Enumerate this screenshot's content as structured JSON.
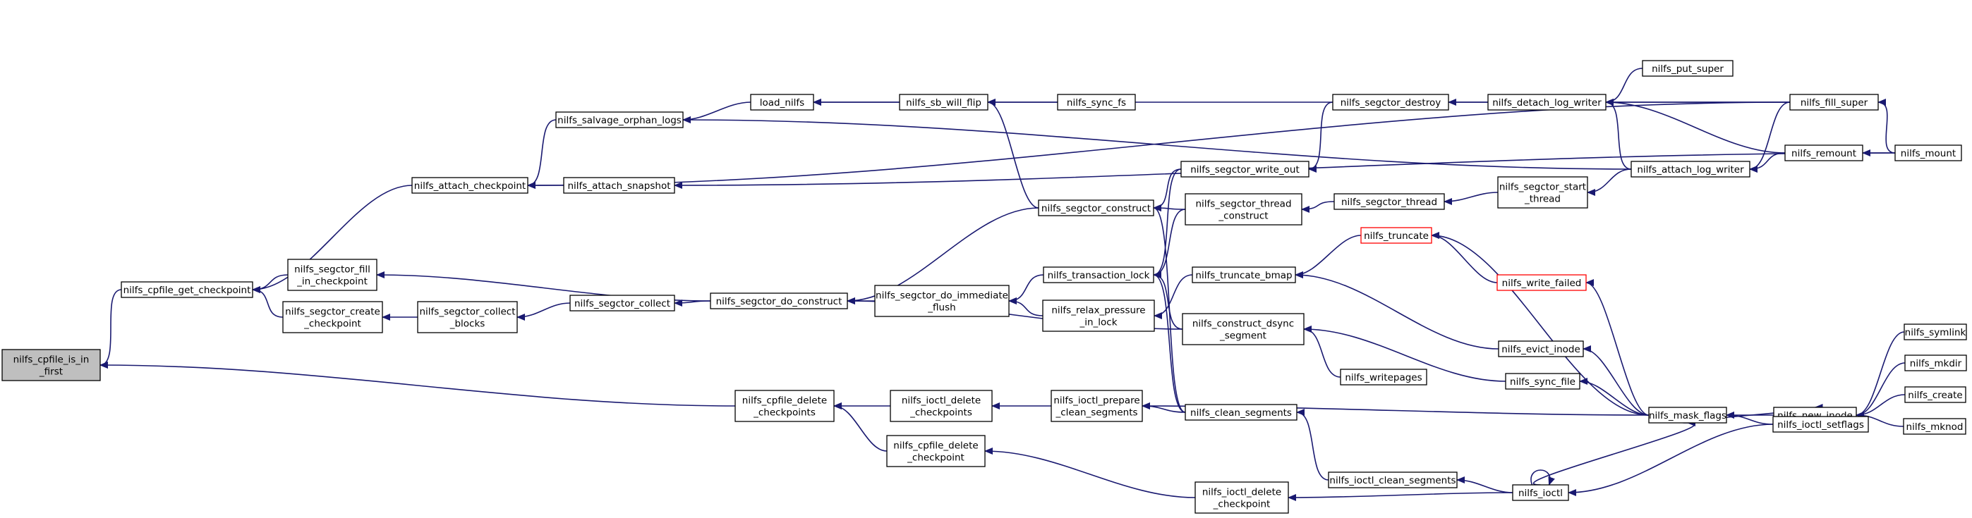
{
  "graph": {
    "edge_color": "#191970",
    "root_fill": "#bfbfbf",
    "truncated_border_color": "#ff0000",
    "nodes": {
      "n_cpfile_is_in_first": {
        "lines": [
          "nilfs_cpfile_is_in",
          "_first"
        ],
        "root": true
      },
      "n_cpfile_get_checkpoint": {
        "lines": [
          "nilfs_cpfile_get_checkpoint"
        ]
      },
      "n_cpfile_delete_checkpoints": {
        "lines": [
          "nilfs_cpfile_delete",
          "_checkpoints"
        ]
      },
      "n_attach_checkpoint": {
        "lines": [
          "nilfs_attach_checkpoint"
        ]
      },
      "n_segctor_fill_in_checkpoint": {
        "lines": [
          "nilfs_segctor_fill",
          "_in_checkpoint"
        ]
      },
      "n_segctor_create_checkpoint": {
        "lines": [
          "nilfs_segctor_create",
          "_checkpoint"
        ]
      },
      "n_salvage_orphan_logs": {
        "lines": [
          "nilfs_salvage_orphan_logs"
        ]
      },
      "n_attach_snapshot": {
        "lines": [
          "nilfs_attach_snapshot"
        ]
      },
      "n_segctor_collect_blocks": {
        "lines": [
          "nilfs_segctor_collect",
          "_blocks"
        ]
      },
      "n_segctor_collect": {
        "lines": [
          "nilfs_segctor_collect"
        ]
      },
      "n_segctor_do_construct": {
        "lines": [
          "nilfs_segctor_do_construct"
        ]
      },
      "n_load_nilfs": {
        "lines": [
          "load_nilfs"
        ]
      },
      "n_segctor_do_immediate_flush": {
        "lines": [
          "nilfs_segctor_do_immediate",
          "_flush"
        ]
      },
      "n_ioctl_delete_checkpoints": {
        "lines": [
          "nilfs_ioctl_delete",
          "_checkpoints"
        ]
      },
      "n_cpfile_delete_checkpoint": {
        "lines": [
          "nilfs_cpfile_delete",
          "_checkpoint"
        ]
      },
      "n_sb_will_flip": {
        "lines": [
          "nilfs_sb_will_flip"
        ]
      },
      "n_segctor_construct": {
        "lines": [
          "nilfs_segctor_construct"
        ]
      },
      "n_transaction_lock": {
        "lines": [
          "nilfs_transaction_lock"
        ]
      },
      "n_relax_pressure_in_lock": {
        "lines": [
          "nilfs_relax_pressure",
          "_in_lock"
        ]
      },
      "n_ioctl_prepare_clean_segments": {
        "lines": [
          "nilfs_ioctl_prepare",
          "_clean_segments"
        ]
      },
      "n_sync_fs": {
        "lines": [
          "nilfs_sync_fs"
        ]
      },
      "n_segctor_write_out": {
        "lines": [
          "nilfs_segctor_write_out"
        ]
      },
      "n_segctor_thread_construct": {
        "lines": [
          "nilfs_segctor_thread",
          "_construct"
        ]
      },
      "n_truncate_bmap": {
        "lines": [
          "nilfs_truncate_bmap"
        ]
      },
      "n_construct_dsync_segment": {
        "lines": [
          "nilfs_construct_dsync",
          "_segment"
        ]
      },
      "n_clean_segments": {
        "lines": [
          "nilfs_clean_segments"
        ]
      },
      "n_ioctl_delete_checkpoint": {
        "lines": [
          "nilfs_ioctl_delete",
          "_checkpoint"
        ]
      },
      "n_segctor_destroy": {
        "lines": [
          "nilfs_segctor_destroy"
        ]
      },
      "n_segctor_thread": {
        "lines": [
          "nilfs_segctor_thread"
        ]
      },
      "n_truncate": {
        "lines": [
          "nilfs_truncate"
        ],
        "truncated": true
      },
      "n_writepages": {
        "lines": [
          "nilfs_writepages"
        ]
      },
      "n_ioctl_clean_segments": {
        "lines": [
          "nilfs_ioctl_clean_segments"
        ]
      },
      "n_detach_log_writer": {
        "lines": [
          "nilfs_detach_log_writer"
        ]
      },
      "n_segctor_start_thread": {
        "lines": [
          "nilfs_segctor_start",
          "_thread"
        ]
      },
      "n_write_failed": {
        "lines": [
          "nilfs_write_failed"
        ],
        "truncated": true
      },
      "n_evict_inode": {
        "lines": [
          "nilfs_evict_inode"
        ]
      },
      "n_sync_file": {
        "lines": [
          "nilfs_sync_file"
        ]
      },
      "n_ioctl": {
        "lines": [
          "nilfs_ioctl"
        ]
      },
      "n_put_super": {
        "lines": [
          "nilfs_put_super"
        ]
      },
      "n_attach_log_writer": {
        "lines": [
          "nilfs_attach_log_writer"
        ]
      },
      "n_mask_flags": {
        "lines": [
          "nilfs_mask_flags"
        ]
      },
      "n_fill_super": {
        "lines": [
          "nilfs_fill_super"
        ]
      },
      "n_remount": {
        "lines": [
          "nilfs_remount"
        ]
      },
      "n_new_inode": {
        "lines": [
          "nilfs_new_inode"
        ]
      },
      "n_ioctl_setflags": {
        "lines": [
          "nilfs_ioctl_setflags"
        ]
      },
      "n_mount": {
        "lines": [
          "nilfs_mount"
        ]
      },
      "n_symlink": {
        "lines": [
          "nilfs_symlink"
        ]
      },
      "n_mkdir": {
        "lines": [
          "nilfs_mkdir"
        ]
      },
      "n_create": {
        "lines": [
          "nilfs_create"
        ]
      },
      "n_mknod": {
        "lines": [
          "nilfs_mknod"
        ]
      }
    },
    "edges": [
      {
        "from": "n_cpfile_get_checkpoint",
        "to": "n_cpfile_is_in_first"
      },
      {
        "from": "n_cpfile_delete_checkpoints",
        "to": "n_cpfile_is_in_first"
      },
      {
        "from": "n_attach_checkpoint",
        "to": "n_cpfile_get_checkpoint"
      },
      {
        "from": "n_segctor_fill_in_checkpoint",
        "to": "n_cpfile_get_checkpoint"
      },
      {
        "from": "n_segctor_create_checkpoint",
        "to": "n_cpfile_get_checkpoint"
      },
      {
        "from": "n_salvage_orphan_logs",
        "to": "n_attach_checkpoint"
      },
      {
        "from": "n_attach_snapshot",
        "to": "n_attach_checkpoint"
      },
      {
        "from": "n_fill_super",
        "to": "n_attach_checkpoint"
      },
      {
        "from": "n_segctor_do_construct",
        "to": "n_segctor_fill_in_checkpoint"
      },
      {
        "from": "n_segctor_collect_blocks",
        "to": "n_segctor_create_checkpoint"
      },
      {
        "from": "n_segctor_collect",
        "to": "n_segctor_collect_blocks"
      },
      {
        "from": "n_segctor_do_construct",
        "to": "n_segctor_collect"
      },
      {
        "from": "n_load_nilfs",
        "to": "n_salvage_orphan_logs"
      },
      {
        "from": "n_attach_log_writer",
        "to": "n_salvage_orphan_logs"
      },
      {
        "from": "n_mount",
        "to": "n_attach_snapshot"
      },
      {
        "from": "n_sb_will_flip",
        "to": "n_load_nilfs"
      },
      {
        "from": "n_fill_super",
        "to": "n_load_nilfs"
      },
      {
        "from": "n_sync_fs",
        "to": "n_sb_will_flip"
      },
      {
        "from": "n_segctor_construct",
        "to": "n_sb_will_flip"
      },
      {
        "from": "n_segctor_do_immediate_flush",
        "to": "n_segctor_do_construct"
      },
      {
        "from": "n_segctor_construct",
        "to": "n_segctor_do_construct"
      },
      {
        "from": "n_construct_dsync_segment",
        "to": "n_segctor_do_construct"
      },
      {
        "from": "n_transaction_lock",
        "to": "n_segctor_do_immediate_flush"
      },
      {
        "from": "n_relax_pressure_in_lock",
        "to": "n_segctor_do_immediate_flush"
      },
      {
        "from": "n_segctor_write_out",
        "to": "n_segctor_construct"
      },
      {
        "from": "n_segctor_thread_construct",
        "to": "n_segctor_construct"
      },
      {
        "from": "n_clean_segments",
        "to": "n_segctor_construct"
      },
      {
        "from": "n_segctor_write_out",
        "to": "n_transaction_lock"
      },
      {
        "from": "n_segctor_thread_construct",
        "to": "n_transaction_lock"
      },
      {
        "from": "n_construct_dsync_segment",
        "to": "n_transaction_lock"
      },
      {
        "from": "n_clean_segments",
        "to": "n_transaction_lock"
      },
      {
        "from": "n_truncate_bmap",
        "to": "n_relax_pressure_in_lock"
      },
      {
        "from": "n_segctor_destroy",
        "to": "n_segctor_write_out"
      },
      {
        "from": "n_segctor_thread",
        "to": "n_segctor_thread_construct"
      },
      {
        "from": "n_segctor_start_thread",
        "to": "n_segctor_thread"
      },
      {
        "from": "n_attach_log_writer",
        "to": "n_segctor_start_thread"
      },
      {
        "from": "n_detach_log_writer",
        "to": "n_segctor_destroy"
      },
      {
        "from": "n_put_super",
        "to": "n_detach_log_writer"
      },
      {
        "from": "n_fill_super",
        "to": "n_detach_log_writer"
      },
      {
        "from": "n_remount",
        "to": "n_detach_log_writer"
      },
      {
        "from": "n_attach_log_writer",
        "to": "n_detach_log_writer"
      },
      {
        "from": "n_fill_super",
        "to": "n_attach_log_writer"
      },
      {
        "from": "n_remount",
        "to": "n_attach_log_writer"
      },
      {
        "from": "n_mount",
        "to": "n_fill_super"
      },
      {
        "from": "n_mount",
        "to": "n_remount"
      },
      {
        "from": "n_truncate",
        "to": "n_truncate_bmap"
      },
      {
        "from": "n_evict_inode",
        "to": "n_truncate_bmap"
      },
      {
        "from": "n_write_failed",
        "to": "n_truncate"
      },
      {
        "from": "n_mask_flags",
        "to": "n_truncate"
      },
      {
        "from": "n_mask_flags",
        "to": "n_write_failed"
      },
      {
        "from": "n_mask_flags",
        "to": "n_evict_inode"
      },
      {
        "from": "n_writepages",
        "to": "n_construct_dsync_segment"
      },
      {
        "from": "n_sync_file",
        "to": "n_construct_dsync_segment"
      },
      {
        "from": "n_mask_flags",
        "to": "n_sync_file"
      },
      {
        "from": "n_ioctl_delete_checkpoints",
        "to": "n_cpfile_delete_checkpoints"
      },
      {
        "from": "n_cpfile_delete_checkpoint",
        "to": "n_cpfile_delete_checkpoints"
      },
      {
        "from": "n_ioctl_prepare_clean_segments",
        "to": "n_ioctl_delete_checkpoints"
      },
      {
        "from": "n_ioctl_delete_checkpoint",
        "to": "n_cpfile_delete_checkpoint"
      },
      {
        "from": "n_clean_segments",
        "to": "n_ioctl_prepare_clean_segments"
      },
      {
        "from": "n_mask_flags",
        "to": "n_ioctl_prepare_clean_segments"
      },
      {
        "from": "n_ioctl_clean_segments",
        "to": "n_clean_segments"
      },
      {
        "from": "n_ioctl",
        "to": "n_ioctl_clean_segments"
      },
      {
        "from": "n_ioctl",
        "to": "n_ioctl_delete_checkpoint"
      },
      {
        "from": "n_ioctl",
        "to": "n_ioctl"
      },
      {
        "from": "n_ioctl",
        "to": "n_mask_flags"
      },
      {
        "from": "n_ioctl_setflags",
        "to": "n_ioctl"
      },
      {
        "from": "n_new_inode",
        "to": "n_mask_flags"
      },
      {
        "from": "n_ioctl_setflags",
        "to": "n_mask_flags"
      },
      {
        "from": "n_mask_flags",
        "to": "n_new_inode"
      },
      {
        "from": "n_symlink",
        "to": "n_new_inode"
      },
      {
        "from": "n_mkdir",
        "to": "n_new_inode"
      },
      {
        "from": "n_create",
        "to": "n_new_inode"
      },
      {
        "from": "n_mknod",
        "to": "n_new_inode"
      }
    ]
  }
}
